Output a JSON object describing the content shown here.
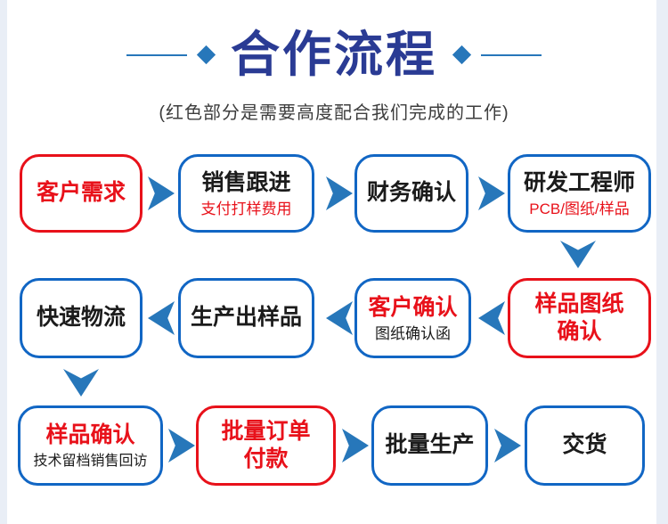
{
  "header": {
    "title": "合作流程",
    "subtitle": "(红色部分是需要高度配合我们完成的工作)"
  },
  "colors": {
    "title_blue": "#2a3b94",
    "accent_blue": "#2777ba",
    "box_blue_border": "#1166c4",
    "highlight_red": "#e8111a",
    "text_dark": "#1b1b1b",
    "edge_strip": "#e9eef6"
  },
  "flow": {
    "rows": [
      {
        "direction": "left-to-right",
        "nodes": [
          {
            "title": "客户需求",
            "subtitle": ""
          },
          {
            "title": "销售跟进",
            "subtitle": "支付打样费用"
          },
          {
            "title": "财务确认",
            "subtitle": ""
          },
          {
            "title": "研发工程师",
            "subtitle": "PCB/图纸/样品"
          }
        ]
      },
      {
        "direction": "right-to-left",
        "nodes": [
          {
            "title": "快速物流",
            "subtitle": ""
          },
          {
            "title": "生产出样品",
            "subtitle": ""
          },
          {
            "title": "客户确认",
            "subtitle": "图纸确认函"
          },
          {
            "title": "样品图纸\n确认",
            "subtitle": ""
          }
        ]
      },
      {
        "direction": "left-to-right",
        "nodes": [
          {
            "title": "样品确认",
            "subtitle": "技术留档销售回访"
          },
          {
            "title": "批量订单\n付款",
            "subtitle": ""
          },
          {
            "title": "批量生产",
            "subtitle": ""
          },
          {
            "title": "交货",
            "subtitle": ""
          }
        ]
      }
    ]
  }
}
